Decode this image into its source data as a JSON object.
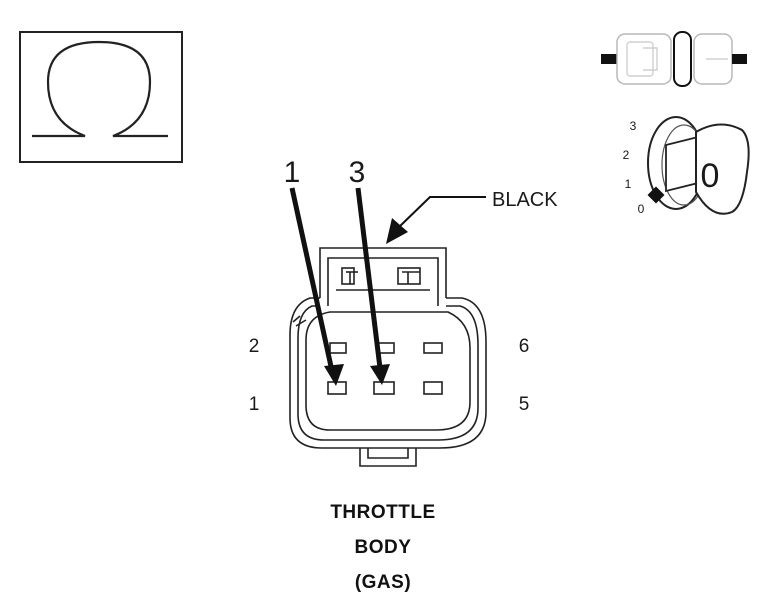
{
  "pin_labels": {
    "left_top": "2",
    "left_bottom": "1",
    "right_top": "6",
    "right_bottom": "5"
  },
  "probe_labels": {
    "probe_1": "1",
    "probe_2": "3"
  },
  "wire_color_label": "BLACK",
  "component": {
    "line1": "THROTTLE",
    "line2": "BODY",
    "line3": "(GAS)"
  },
  "ignition": {
    "positions": [
      "3",
      "2",
      "1",
      "0"
    ],
    "key_label": "0"
  },
  "icons": {
    "meter_mode": "ohm-icon",
    "connector_state": "disconnected-connector-icon",
    "ignition_state": "ignition-key-icon"
  }
}
